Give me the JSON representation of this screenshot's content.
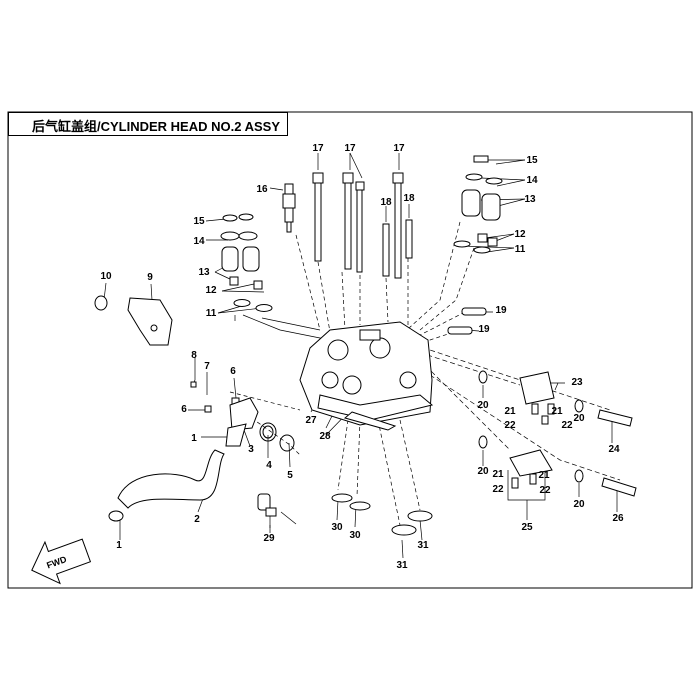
{
  "title": "后气缸盖组/CYLINDER HEAD NO.2 ASSY",
  "fwd_label": "FWD",
  "callouts": [
    {
      "id": "c1a",
      "label": "1"
    },
    {
      "id": "c1b",
      "label": "1"
    },
    {
      "id": "c2",
      "label": "2"
    },
    {
      "id": "c3",
      "label": "3"
    },
    {
      "id": "c4",
      "label": "4"
    },
    {
      "id": "c5",
      "label": "5"
    },
    {
      "id": "c6a",
      "label": "6"
    },
    {
      "id": "c6b",
      "label": "6"
    },
    {
      "id": "c7",
      "label": "7"
    },
    {
      "id": "c8",
      "label": "8"
    },
    {
      "id": "c9",
      "label": "9"
    },
    {
      "id": "c10",
      "label": "10"
    },
    {
      "id": "c11a",
      "label": "11"
    },
    {
      "id": "c11b",
      "label": "11"
    },
    {
      "id": "c12a",
      "label": "12"
    },
    {
      "id": "c12b",
      "label": "12"
    },
    {
      "id": "c13a",
      "label": "13"
    },
    {
      "id": "c13b",
      "label": "13"
    },
    {
      "id": "c14a",
      "label": "14"
    },
    {
      "id": "c14b",
      "label": "14"
    },
    {
      "id": "c15a",
      "label": "15"
    },
    {
      "id": "c15b",
      "label": "15"
    },
    {
      "id": "c16",
      "label": "16"
    },
    {
      "id": "c17a",
      "label": "17"
    },
    {
      "id": "c17b",
      "label": "17"
    },
    {
      "id": "c17c",
      "label": "17"
    },
    {
      "id": "c18a",
      "label": "18"
    },
    {
      "id": "c18b",
      "label": "18"
    },
    {
      "id": "c19a",
      "label": "19"
    },
    {
      "id": "c19b",
      "label": "19"
    },
    {
      "id": "c20a",
      "label": "20"
    },
    {
      "id": "c20b",
      "label": "20"
    },
    {
      "id": "c20c",
      "label": "20"
    },
    {
      "id": "c20d",
      "label": "20"
    },
    {
      "id": "c21a",
      "label": "21"
    },
    {
      "id": "c21b",
      "label": "21"
    },
    {
      "id": "c21c",
      "label": "21"
    },
    {
      "id": "c21d",
      "label": "21"
    },
    {
      "id": "c22a",
      "label": "22"
    },
    {
      "id": "c22b",
      "label": "22"
    },
    {
      "id": "c22c",
      "label": "22"
    },
    {
      "id": "c22d",
      "label": "22"
    },
    {
      "id": "c23",
      "label": "23"
    },
    {
      "id": "c24",
      "label": "24"
    },
    {
      "id": "c25",
      "label": "25"
    },
    {
      "id": "c26",
      "label": "26"
    },
    {
      "id": "c27",
      "label": "27"
    },
    {
      "id": "c28",
      "label": "28"
    },
    {
      "id": "c29",
      "label": "29"
    },
    {
      "id": "c30a",
      "label": "30"
    },
    {
      "id": "c30b",
      "label": "30"
    },
    {
      "id": "c31a",
      "label": "31"
    },
    {
      "id": "c31b",
      "label": "31"
    }
  ]
}
